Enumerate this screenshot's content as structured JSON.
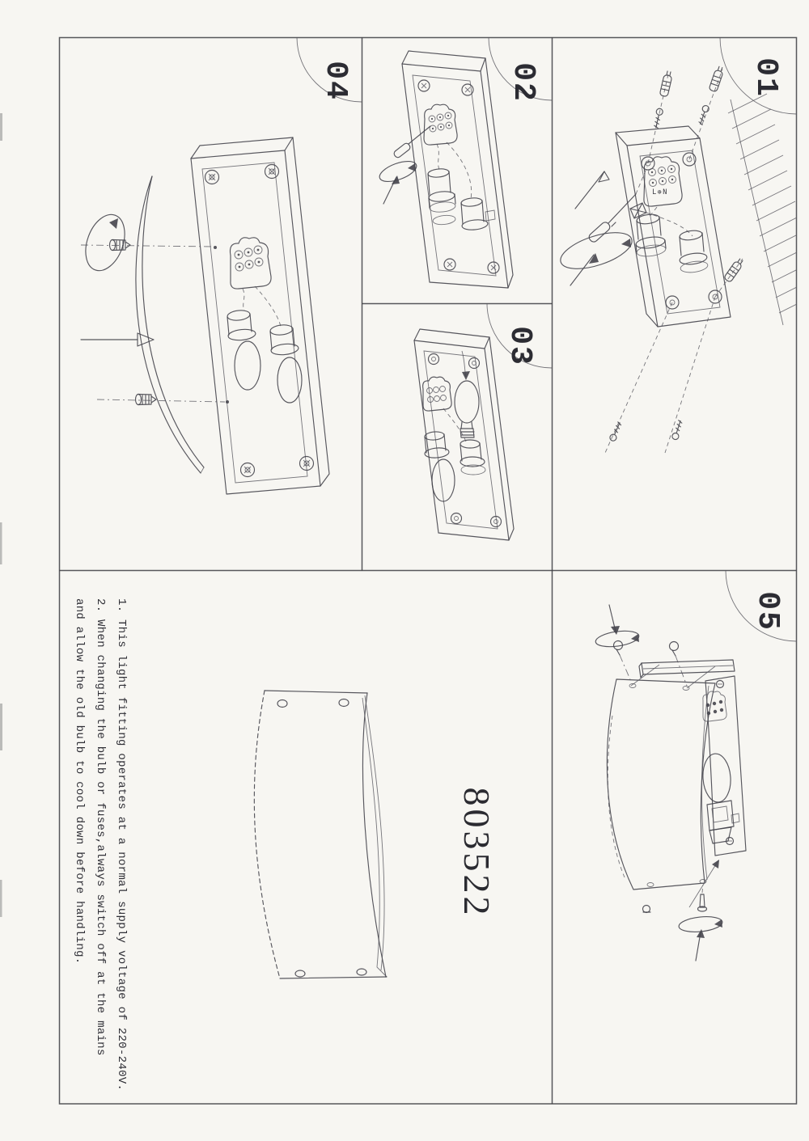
{
  "document": {
    "product_code": "803522",
    "terminal_label": "L⊕N"
  },
  "panels": {
    "p01": {
      "label": "01"
    },
    "p02": {
      "label": "02"
    },
    "p03": {
      "label": "03"
    },
    "p04": {
      "label": "04"
    },
    "p05": {
      "label": "05"
    }
  },
  "notes": {
    "line1": "1. This light fitting operates at a normal supply voltage of 220-240V.",
    "line2": "2. When changing the bulb or fuses,always switch off at the mains",
    "line3": "and allow the old bulb to cool down before handling."
  }
}
